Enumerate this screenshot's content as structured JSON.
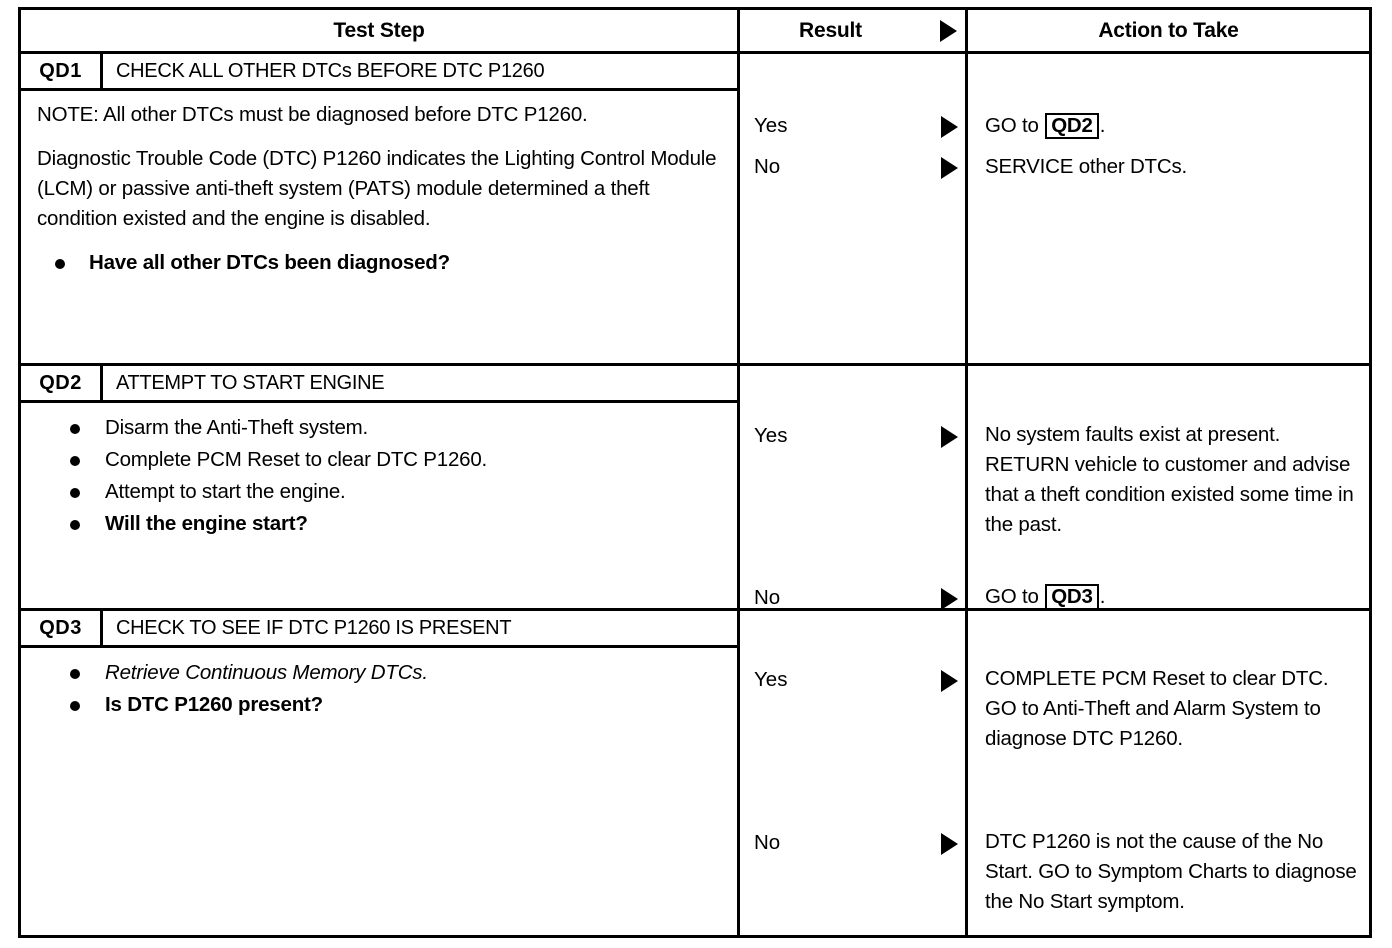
{
  "table": {
    "headers": {
      "test_step": "Test Step",
      "result": "Result",
      "action": "Action to Take",
      "marker_icon": "right-triangle-icon"
    },
    "steps": [
      {
        "tag": "QD1",
        "title": "CHECK ALL OTHER DTCs BEFORE DTC P1260",
        "paragraphs": [
          "NOTE: All other DTCs must be diagnosed before DTC P1260.",
          "Diagnostic Trouble Code (DTC) P1260 indicates the Lighting Control Module (LCM) or passive anti-theft system (PATS) module determined a theft condition existed and the engine is disabled."
        ],
        "question": "Have all other DTCs been diagnosed?",
        "results": [
          {
            "label": "Yes",
            "action_prefix": "GO to ",
            "action_ref": "QD2",
            "action_suffix": "."
          },
          {
            "label": "No",
            "action_prefix": "SERVICE other DTCs.",
            "action_ref": "",
            "action_suffix": ""
          }
        ]
      },
      {
        "tag": "QD2",
        "title": "ATTEMPT TO START ENGINE",
        "bullets": [
          {
            "text": "Disarm the Anti-Theft system.",
            "bold": false,
            "italic": false
          },
          {
            "text": "Complete PCM Reset to clear DTC P1260.",
            "bold": false,
            "italic": false
          },
          {
            "text": "Attempt to start the engine.",
            "bold": false,
            "italic": false
          },
          {
            "text": "Will the engine start?",
            "bold": true,
            "italic": false
          }
        ],
        "results": [
          {
            "label": "Yes",
            "action_prefix": "No system faults exist at present. RETURN vehicle to customer and advise that a theft condition existed some time in the past.",
            "action_ref": "",
            "action_suffix": ""
          },
          {
            "label": "No",
            "action_prefix": "GO to ",
            "action_ref": "QD3",
            "action_suffix": "."
          }
        ]
      },
      {
        "tag": "QD3",
        "title": "CHECK TO SEE IF DTC P1260 IS PRESENT",
        "bullets": [
          {
            "text": "Retrieve Continuous Memory DTCs.",
            "bold": false,
            "italic": true
          },
          {
            "text": "Is DTC P1260 present?",
            "bold": true,
            "italic": false
          }
        ],
        "results": [
          {
            "label": "Yes",
            "action_prefix": "COMPLETE PCM Reset to clear DTC. GO to Anti-Theft and Alarm System to diagnose DTC P1260.",
            "action_ref": "",
            "action_suffix": ""
          },
          {
            "label": "No",
            "action_prefix": "DTC P1260 is not the cause of the No Start. GO to Symptom Charts to diagnose the No Start symptom.",
            "action_ref": "",
            "action_suffix": ""
          }
        ]
      }
    ]
  },
  "colors": {
    "ink": "#000000",
    "paper": "#ffffff"
  }
}
